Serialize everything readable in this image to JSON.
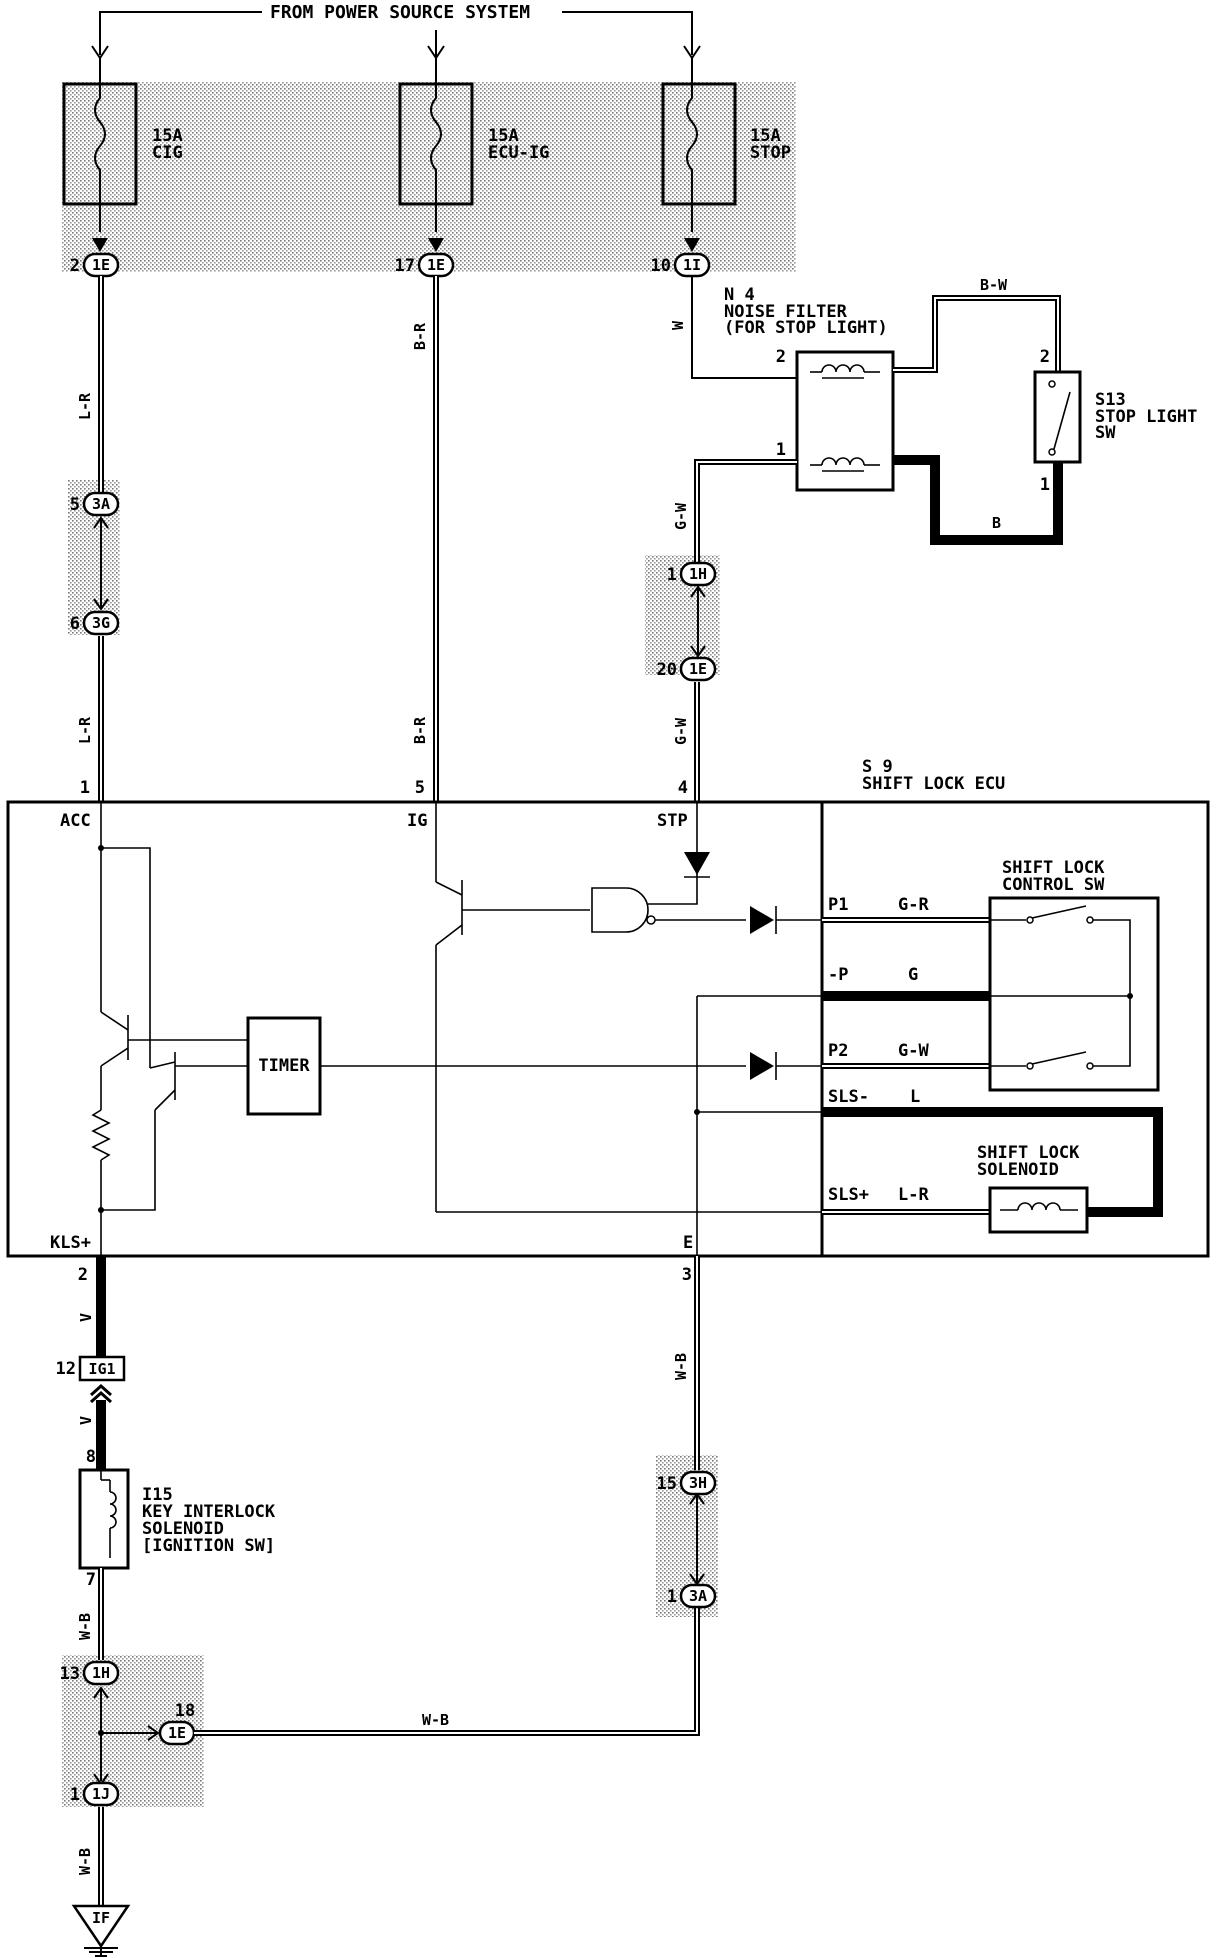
{
  "header": {
    "source_label": "FROM POWER SOURCE SYSTEM"
  },
  "fuses": [
    {
      "rating": "15A",
      "name": "CIG"
    },
    {
      "rating": "15A",
      "name": "ECU-IG"
    },
    {
      "rating": "15A",
      "name": "STOP"
    }
  ],
  "connectors": {
    "c1": {
      "pin": "2",
      "id": "1E"
    },
    "c2": {
      "pin": "17",
      "id": "1E"
    },
    "c3": {
      "pin": "10",
      "id": "1I"
    },
    "c4": {
      "pin": "5",
      "id": "3A"
    },
    "c5": {
      "pin": "6",
      "id": "3G"
    },
    "c6": {
      "pin": "1",
      "id": "1H"
    },
    "c7": {
      "pin": "20",
      "id": "1E"
    },
    "c8": {
      "pin": "12",
      "id": "IG1"
    },
    "c9": {
      "pin": "15",
      "id": "3H"
    },
    "c10": {
      "pin": "1",
      "id": "3A"
    },
    "c11": {
      "pin": "13",
      "id": "1H"
    },
    "c12": {
      "pin": "18",
      "id": "1E"
    },
    "c13": {
      "pin": "1",
      "id": "1J"
    },
    "ground": "IF"
  },
  "wire_colors": {
    "w_cig_top": "L-R",
    "w_cig_bottom": "L-R",
    "w_ig_top": "B-R",
    "w_ig_bottom": "B-R",
    "w_stop_top": "W",
    "w_stp_top": "G-W",
    "w_stp_bottom": "G-W",
    "w_sw_top": "B-W",
    "w_sw_bottom": "B",
    "w_kls_top": "V",
    "w_kls_bottom": "V",
    "w_e": "W-B",
    "w_sol_bottom": "W-B",
    "w_horizontal": "W-B",
    "w_ground": "W-B"
  },
  "noise_filter": {
    "code": "N 4",
    "name": "NOISE FILTER",
    "sub": "(FOR STOP LIGHT)",
    "pin_a": "2",
    "pin_b": "1"
  },
  "stop_light_sw": {
    "code": "S13",
    "name": "STOP LIGHT",
    "sub": "SW",
    "pin_top": "2",
    "pin_bottom": "1"
  },
  "ecu": {
    "code": "S 9",
    "name": "SHIFT LOCK ECU",
    "pins": {
      "acc_num": "1",
      "acc": "ACC",
      "ig_num": "5",
      "ig": "IG",
      "stp_num": "4",
      "stp": "STP",
      "kls_num": "2",
      "kls": "KLS+",
      "e_num": "3",
      "e": "E"
    },
    "timer": "TIMER",
    "terminals": [
      {
        "label": "P1",
        "color": "G-R"
      },
      {
        "label": "-P",
        "color": "G"
      },
      {
        "label": "P2",
        "color": "G-W"
      },
      {
        "label": "SLS-",
        "color": "L"
      },
      {
        "label": "SLS+",
        "color": "L-R"
      }
    ],
    "control_sw": {
      "line1": "SHIFT LOCK",
      "line2": "CONTROL SW"
    },
    "solenoid": {
      "line1": "SHIFT LOCK",
      "line2": "SOLENOID"
    }
  },
  "key_interlock": {
    "pin_top": "8",
    "pin_bottom": "7",
    "code": "I15",
    "line1": "KEY INTERLOCK",
    "line2": "SOLENOID",
    "line3": "[IGNITION SW]"
  }
}
